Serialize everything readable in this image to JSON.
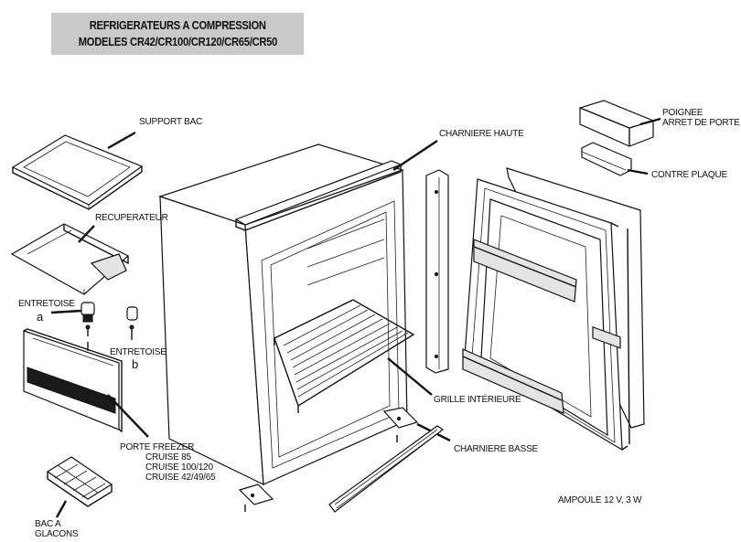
{
  "header": {
    "title_line1": "REFRIGERATEURS A COMPRESSION",
    "title_line2": "MODELES CR42/CR100/CR120/CR65/CR50"
  },
  "labels": {
    "support_bac": "SUPPORT BAC",
    "recuperateur": "RECUPERATEUR",
    "entretoise_a": "ENTRETOISE",
    "letter_a": "a",
    "entretoise_b": "ENTRETOISE",
    "letter_b": "b",
    "porte_freezer": {
      "title": "PORTE FREEZER",
      "line1": "CRUISE 85",
      "line2": "CRUISE 100/120",
      "line3": "CRUISE 42/49/65"
    },
    "bac_a_glacons": {
      "line1": "BAC A",
      "line2": "GLACONS"
    },
    "charniere_haute": "CHARNIERE HAUTE",
    "grille_interieure": "GRILLE INTÉRIEURE",
    "charniere_basse": "CHARNIERE BASSE",
    "poignee": "POIGNEE",
    "arret_de_porte": "ARRET DE PORTE",
    "contre_plaque": "CONTRE PLAQUE",
    "ampoule": "AMPOULE 12 V, 3 W"
  }
}
